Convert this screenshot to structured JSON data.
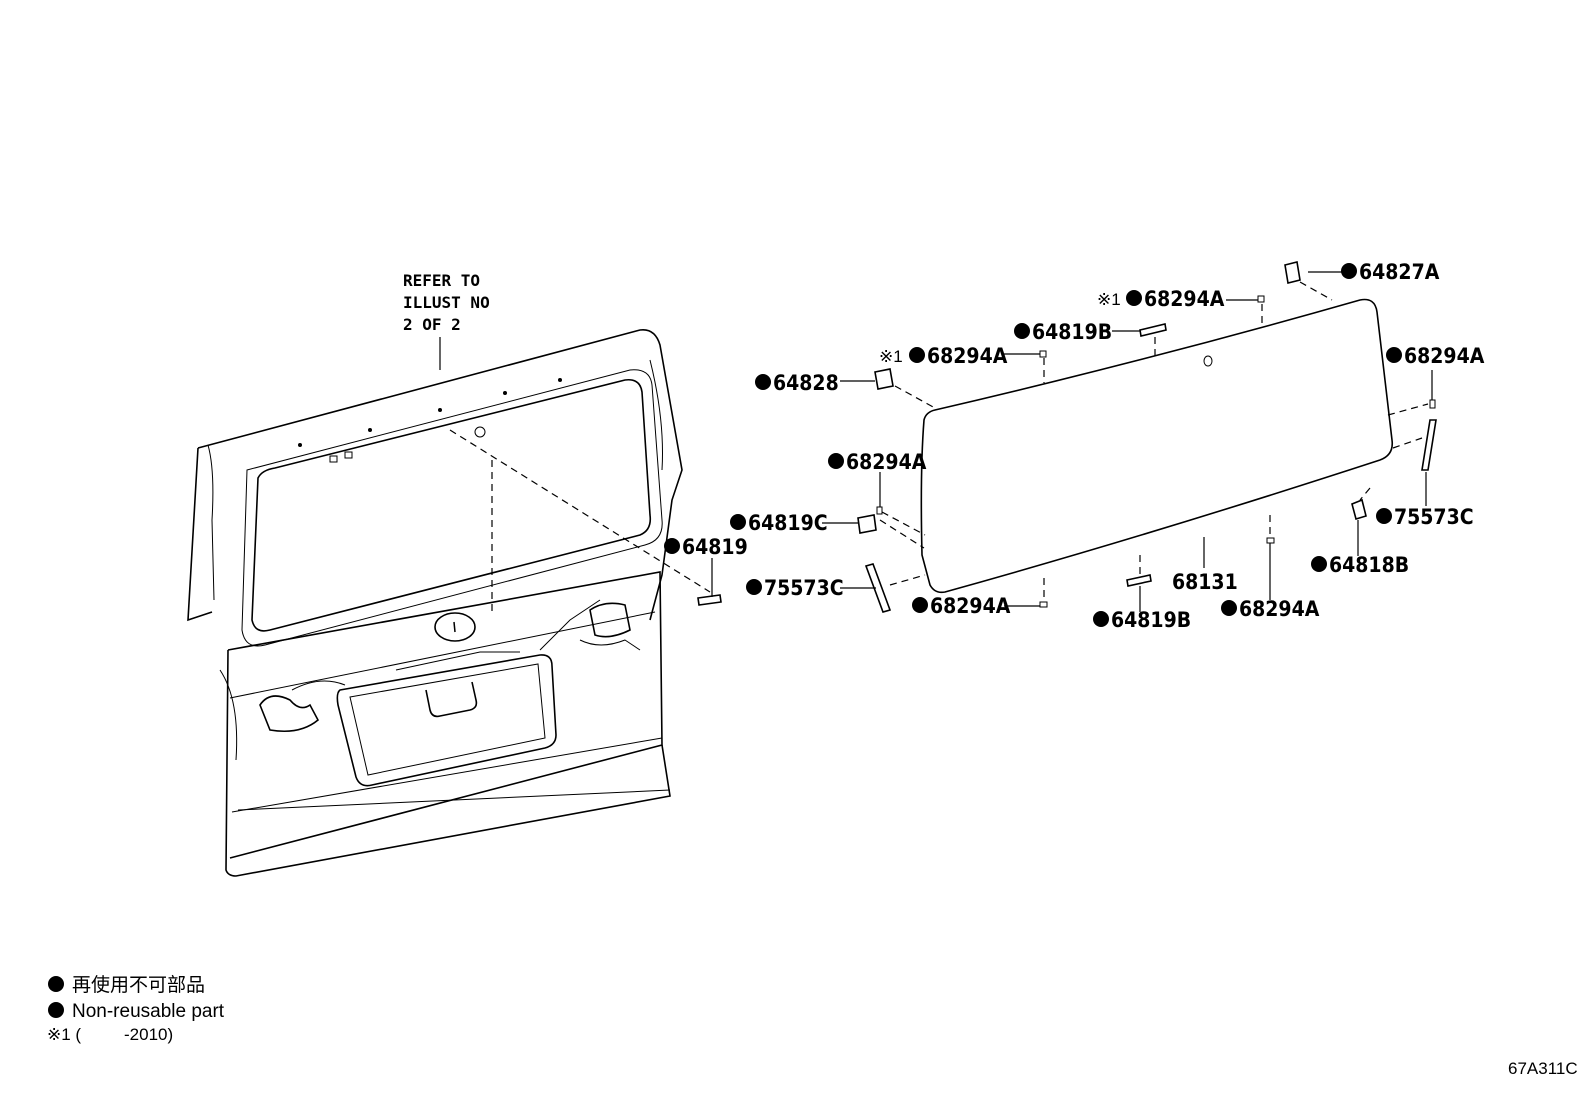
{
  "refer_note": [
    "REFER TO",
    "ILLUST NO",
    "2 OF 2"
  ],
  "callouts": {
    "c64827A": "64827A",
    "c68294A_top": "68294A",
    "c64819B_top": "64819B",
    "c68294A_left_top": "68294A",
    "c64828": "64828",
    "c68294A_right": "68294A",
    "c68294A_left_mid": "68294A",
    "c64819C": "64819C",
    "c64819": "64819",
    "c75573C_right": "75573C",
    "c75573C_left": "75573C",
    "c64818B": "64818B",
    "c68131": "68131",
    "c68294A_bottom_left": "68294A",
    "c64819B_bottom": "64819B",
    "c68294A_bottom_right": "68294A"
  },
  "note_mark": "※1",
  "legend": {
    "line1": "再使用不可部品",
    "line2": "Non-reusable part",
    "line3_mark": "※1 (",
    "line3_range": "-2010)"
  },
  "illustration_code": "67A311C"
}
